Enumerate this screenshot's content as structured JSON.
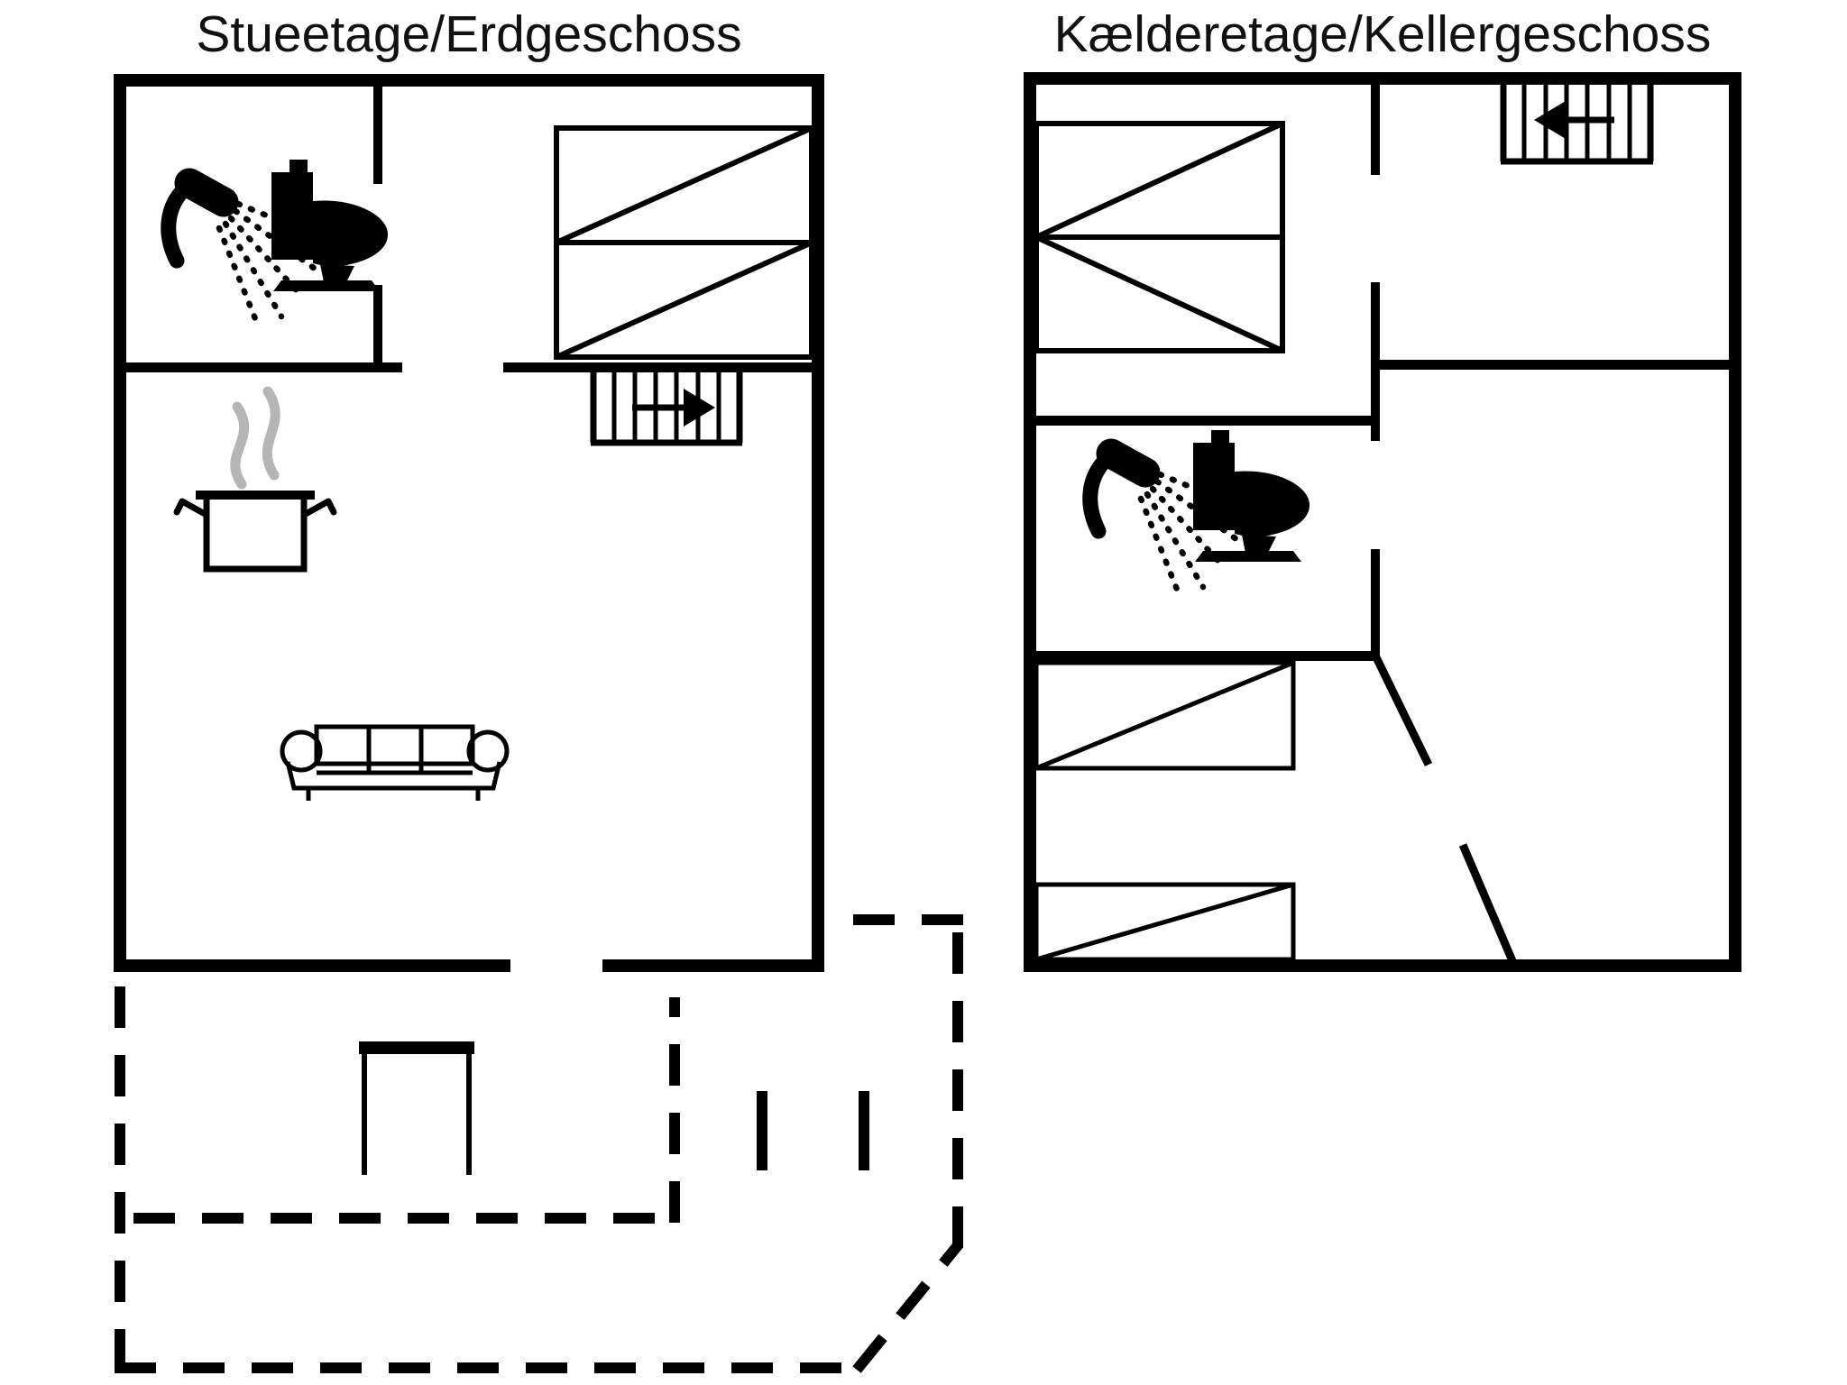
{
  "page": {
    "background": "#ffffff",
    "kind": "floor-plan-drawing"
  },
  "colors": {
    "line": "#000000",
    "steam": "#b5b5b5",
    "background": "#ffffff"
  },
  "floors": [
    {
      "title": "Stueetage/Erdgeschoss",
      "symbols": [
        "shower",
        "toilet",
        "double-bed",
        "staircase",
        "arrow-right",
        "cooking-pot-with-steam",
        "three-seat-sofa",
        "dashed-terrace-outline",
        "terrace-door-mark",
        "terrace-step-marks"
      ]
    },
    {
      "title": "Kælderetage/Kellergeschoss",
      "symbols": [
        "double-bed",
        "staircase",
        "arrow-left",
        "shower",
        "toilet",
        "single-bed",
        "single-bed",
        "angled-wall-segments"
      ]
    }
  ]
}
